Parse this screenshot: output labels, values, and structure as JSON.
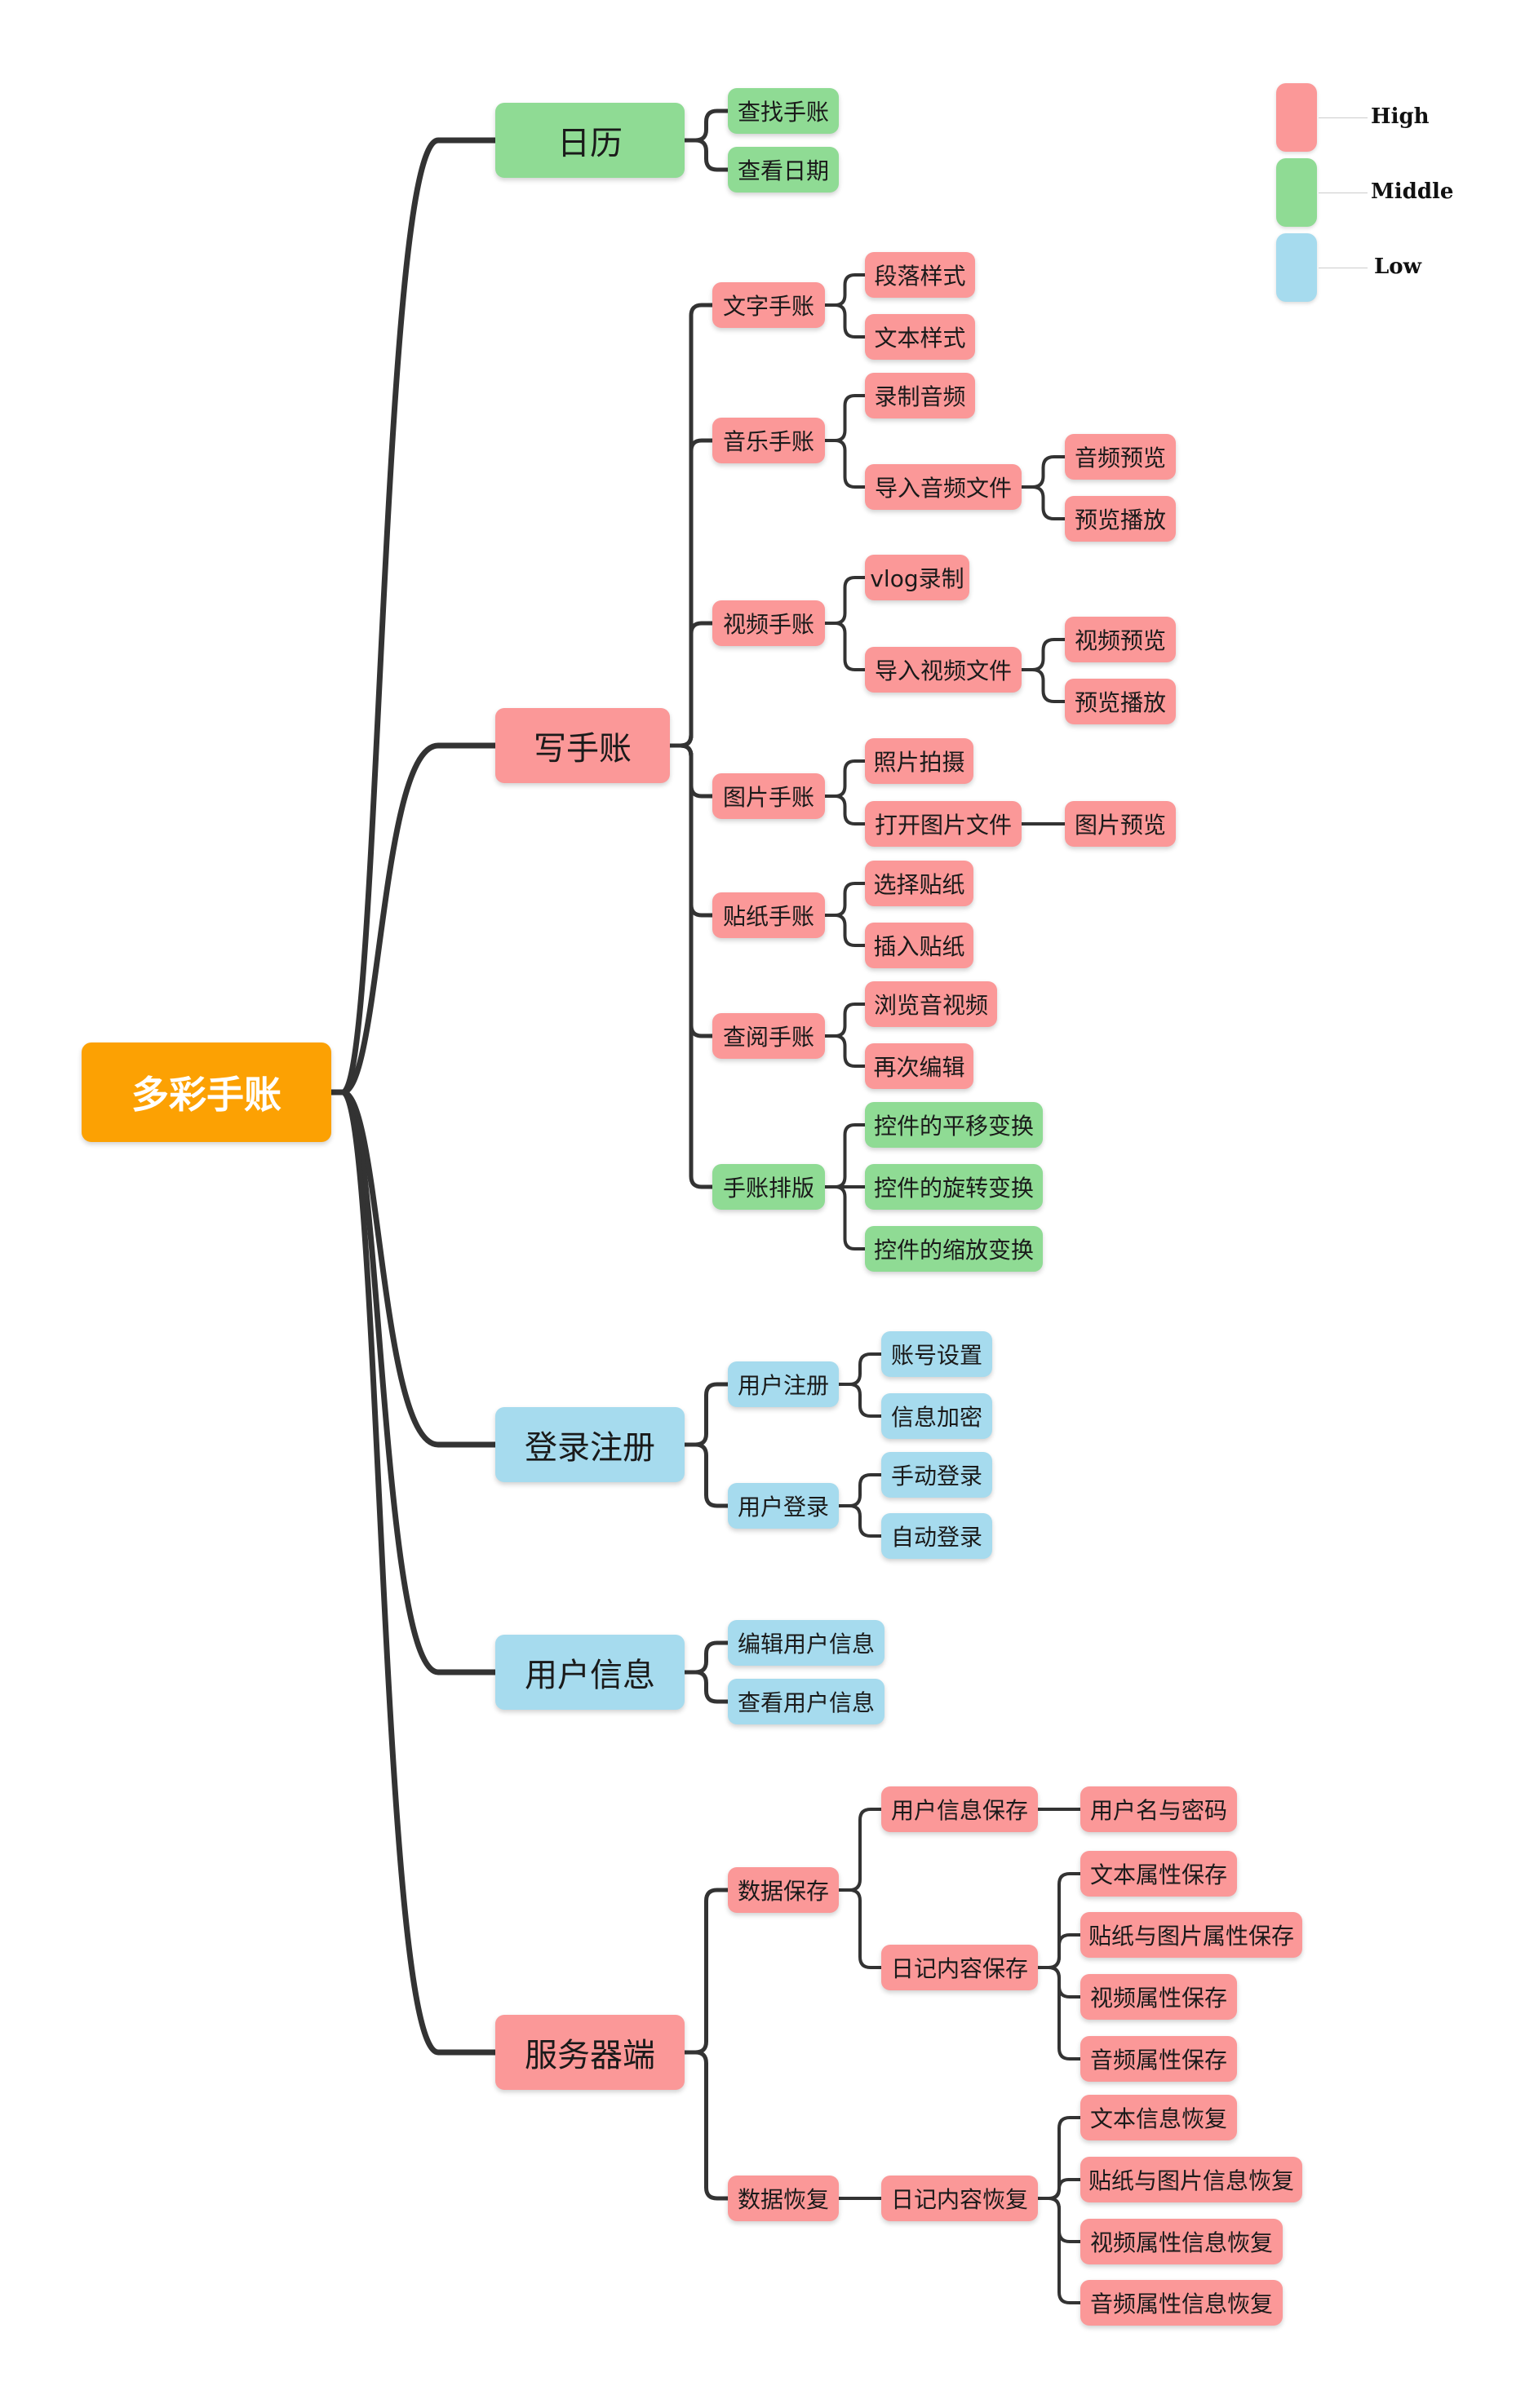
{
  "colors": {
    "high": "#fb9898",
    "middle": "#8fdb94",
    "low": "#a6dbee",
    "root": "#fca103",
    "line": "#333333"
  },
  "legend": [
    {
      "label": "High",
      "color": "#fb9898"
    },
    {
      "label": "Middle",
      "color": "#8fdb94"
    },
    {
      "label": "Low",
      "color": "#a6dbee"
    }
  ],
  "mindmap": {
    "label": "多彩手账",
    "children": [
      {
        "label": "日历",
        "priority": "middle",
        "children": [
          {
            "label": "查找手账",
            "priority": "middle"
          },
          {
            "label": "查看日期",
            "priority": "middle"
          }
        ]
      },
      {
        "label": "写手账",
        "priority": "high",
        "children": [
          {
            "label": "文字手账",
            "priority": "high",
            "children": [
              {
                "label": "段落样式",
                "priority": "high"
              },
              {
                "label": "文本样式",
                "priority": "high"
              }
            ]
          },
          {
            "label": "音乐手账",
            "priority": "high",
            "children": [
              {
                "label": "录制音频",
                "priority": "high"
              },
              {
                "label": "导入音频文件",
                "priority": "high",
                "children": [
                  {
                    "label": "音频预览",
                    "priority": "high"
                  },
                  {
                    "label": "预览播放",
                    "priority": "high"
                  }
                ]
              }
            ]
          },
          {
            "label": "视频手账",
            "priority": "high",
            "children": [
              {
                "label": "vlog录制",
                "priority": "high"
              },
              {
                "label": "导入视频文件",
                "priority": "high",
                "children": [
                  {
                    "label": "视频预览",
                    "priority": "high"
                  },
                  {
                    "label": "预览播放",
                    "priority": "high"
                  }
                ]
              }
            ]
          },
          {
            "label": "图片手账",
            "priority": "high",
            "children": [
              {
                "label": "照片拍摄",
                "priority": "high"
              },
              {
                "label": "打开图片文件",
                "priority": "high",
                "children": [
                  {
                    "label": "图片预览",
                    "priority": "high"
                  }
                ]
              }
            ]
          },
          {
            "label": "贴纸手账",
            "priority": "high",
            "children": [
              {
                "label": "选择贴纸",
                "priority": "high"
              },
              {
                "label": "插入贴纸",
                "priority": "high"
              }
            ]
          },
          {
            "label": "查阅手账",
            "priority": "high",
            "children": [
              {
                "label": "浏览音视频",
                "priority": "high"
              },
              {
                "label": "再次编辑",
                "priority": "high"
              }
            ]
          },
          {
            "label": "手账排版",
            "priority": "middle",
            "children": [
              {
                "label": "控件的平移变换",
                "priority": "middle"
              },
              {
                "label": "控件的旋转变换",
                "priority": "middle"
              },
              {
                "label": "控件的缩放变换",
                "priority": "middle"
              }
            ]
          }
        ]
      },
      {
        "label": "登录注册",
        "priority": "low",
        "children": [
          {
            "label": "用户注册",
            "priority": "low",
            "children": [
              {
                "label": "账号设置",
                "priority": "low"
              },
              {
                "label": "信息加密",
                "priority": "low"
              }
            ]
          },
          {
            "label": "用户登录",
            "priority": "low",
            "children": [
              {
                "label": "手动登录",
                "priority": "low"
              },
              {
                "label": "自动登录",
                "priority": "low"
              }
            ]
          }
        ]
      },
      {
        "label": "用户信息",
        "priority": "low",
        "children": [
          {
            "label": "编辑用户信息",
            "priority": "low"
          },
          {
            "label": "查看用户信息",
            "priority": "low"
          }
        ]
      },
      {
        "label": "服务器端",
        "priority": "high",
        "children": [
          {
            "label": "数据保存",
            "priority": "high",
            "children": [
              {
                "label": "用户信息保存",
                "priority": "high",
                "children": [
                  {
                    "label": "用户名与密码",
                    "priority": "high"
                  }
                ]
              },
              {
                "label": "日记内容保存",
                "priority": "high",
                "children": [
                  {
                    "label": "文本属性保存",
                    "priority": "high"
                  },
                  {
                    "label": "贴纸与图片属性保存",
                    "priority": "high"
                  },
                  {
                    "label": "视频属性保存",
                    "priority": "high"
                  },
                  {
                    "label": "音频属性保存",
                    "priority": "high"
                  }
                ]
              }
            ]
          },
          {
            "label": "数据恢复",
            "priority": "high",
            "children": [
              {
                "label": "日记内容恢复",
                "priority": "high",
                "children": [
                  {
                    "label": "文本信息恢复",
                    "priority": "high"
                  },
                  {
                    "label": "贴纸与图片信息恢复",
                    "priority": "high"
                  },
                  {
                    "label": "视频属性信息恢复",
                    "priority": "high"
                  },
                  {
                    "label": "音频属性信息恢复",
                    "priority": "high"
                  }
                ]
              }
            ]
          }
        ]
      }
    ]
  }
}
